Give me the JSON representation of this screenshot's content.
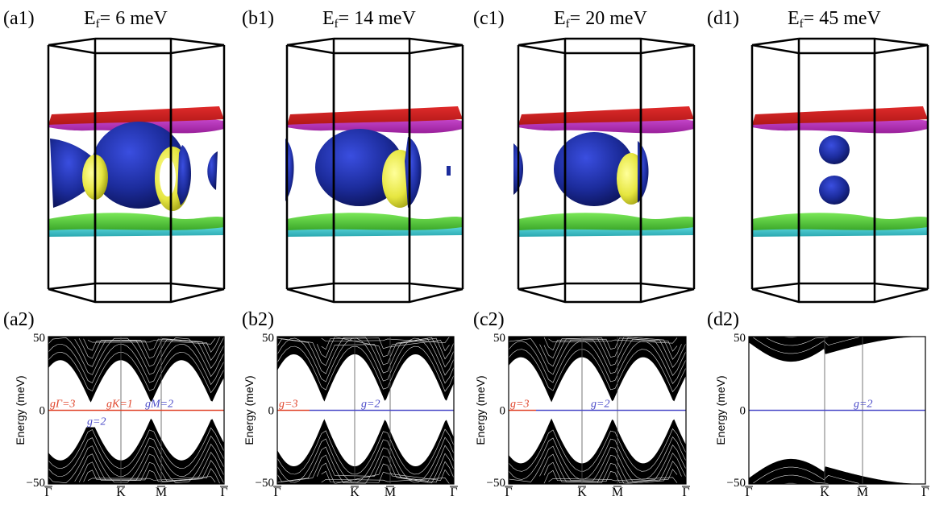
{
  "figure": {
    "panels": [
      {
        "top_label": "(a1)",
        "ef_prefix": "E",
        "ef_sub": "f",
        "ef_value": "= 6 meV",
        "bottom_label": "(a2)"
      },
      {
        "top_label": "(b1)",
        "ef_prefix": "E",
        "ef_sub": "f",
        "ef_value": "= 14 meV",
        "bottom_label": "(b2)"
      },
      {
        "top_label": "(c1)",
        "ef_prefix": "E",
        "ef_sub": "f",
        "ef_value": "= 20 meV",
        "bottom_label": "(c2)"
      },
      {
        "top_label": "(d1)",
        "ef_prefix": "E",
        "ef_sub": "f",
        "ef_value": "= 45 meV",
        "bottom_label": "(d2)"
      }
    ],
    "y_axis_label": "Energy (meV)",
    "y_ticks": [
      "50",
      "0",
      "−50"
    ],
    "k_points": [
      "Γ",
      "K",
      "M",
      "Γ"
    ],
    "annotations": {
      "a": [
        {
          "text": "gΓ=3",
          "color": "#e0442a"
        },
        {
          "text": "gK=1",
          "color": "#e0442a"
        },
        {
          "text": "gM=2",
          "color": "#4a4ac8"
        },
        {
          "text": "g=2",
          "color": "#4a4ac8"
        }
      ],
      "b": [
        {
          "text": "g=3",
          "color": "#e0442a"
        },
        {
          "text": "g=2",
          "color": "#4a4ac8"
        }
      ],
      "c": [
        {
          "text": "g=3",
          "color": "#e0442a"
        },
        {
          "text": "g=2",
          "color": "#4a4ac8"
        }
      ],
      "d": [
        {
          "text": "g=2",
          "color": "#4a4ac8"
        }
      ]
    },
    "colors": {
      "red_sheet": "#d42020",
      "magenta_sheet": "#c040c8",
      "green_sheet": "#5ad040",
      "cyan_sheet": "#40c8d0",
      "blue_pocket": "#1c2c9c",
      "yellow_pocket": "#e6e640",
      "fermi_red": "#e0442a",
      "fermi_blue": "#4a4ac8"
    }
  }
}
